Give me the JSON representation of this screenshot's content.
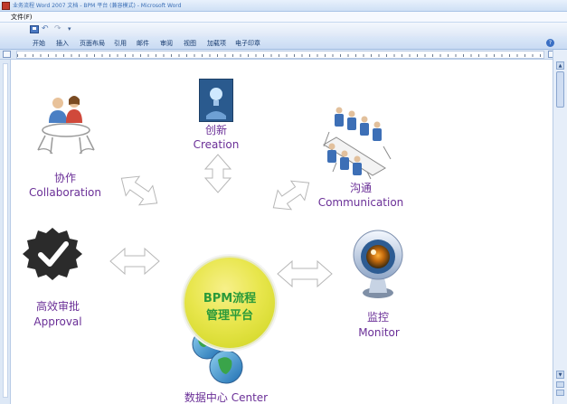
{
  "window": {
    "title": "业务流程 Word 2007 文档 - BPM 平台 (兼容模式) - Microsoft Word"
  },
  "menu": {
    "file": "文件(F)"
  },
  "ribbon": {
    "tabs": [
      "开始",
      "插入",
      "页面布局",
      "引用",
      "邮件",
      "审阅",
      "视图",
      "加载项",
      "电子印章"
    ]
  },
  "quick_access": {
    "save_icon": "save-icon",
    "undo_icon": "undo-icon",
    "redo_icon": "redo-icon"
  },
  "diagram": {
    "center": {
      "line1": "BPM流程",
      "line2": "管理平台"
    },
    "nodes": {
      "creation": {
        "zh": "创新",
        "en": "Creation"
      },
      "collaboration": {
        "zh": "协作",
        "en": "Collaboration"
      },
      "communication": {
        "zh": "沟通",
        "en": "Communication"
      },
      "approval": {
        "zh": "高效审批",
        "en": "Approval"
      },
      "monitor": {
        "zh": "监控",
        "en": "Monitor"
      },
      "datacenter": {
        "text": "数据中心 Center"
      }
    },
    "colors": {
      "label": "#6a2f97",
      "center_text": "#2a9a3a",
      "center_fill": "#e8e64d"
    }
  }
}
